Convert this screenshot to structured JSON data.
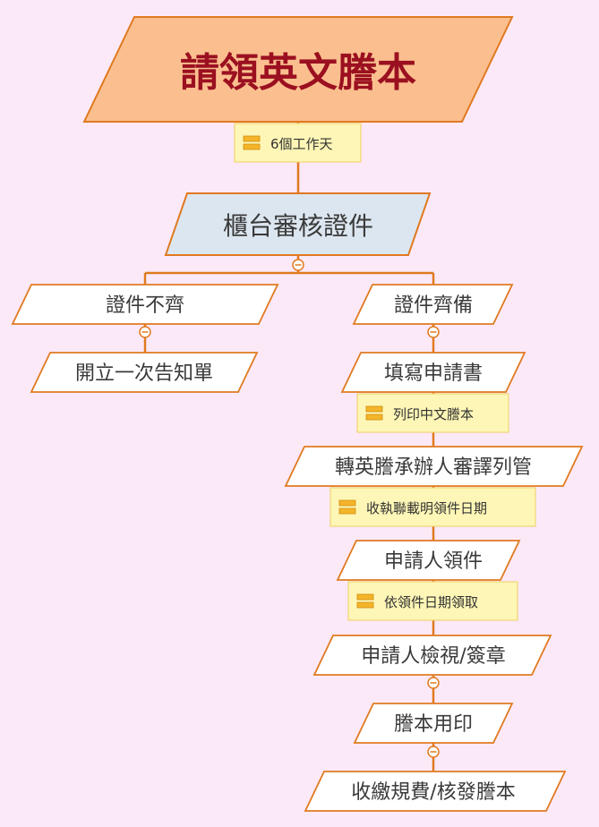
{
  "title": "請領英文謄本",
  "notes": {
    "working_days": "6個工作天",
    "print_chinese": "列印中文謄本",
    "receipt": "收執聯載明領件日期",
    "collect": "依領件日期領取"
  },
  "nodes": {
    "counter_check": "櫃台審核證件",
    "incomplete": "證件不齊",
    "notice": "開立一次告知單",
    "complete": "證件齊備",
    "fill_form": "填寫申請書",
    "transfer": "轉英謄承辦人審譯列管",
    "applicant_pickup": "申請人領件",
    "review_sign": "申請人檢視/簽章",
    "seal": "謄本用印",
    "fee_issue": "收繳規費/核發謄本"
  },
  "colors": {
    "background": "#fbe9f8",
    "title_fill": "#fbbf8f",
    "title_text": "#9b1020",
    "connector": "#e07a20",
    "level1_fill": "#dce6f0",
    "note_fill": "#fdf6b6",
    "note_border": "#f0d060"
  }
}
